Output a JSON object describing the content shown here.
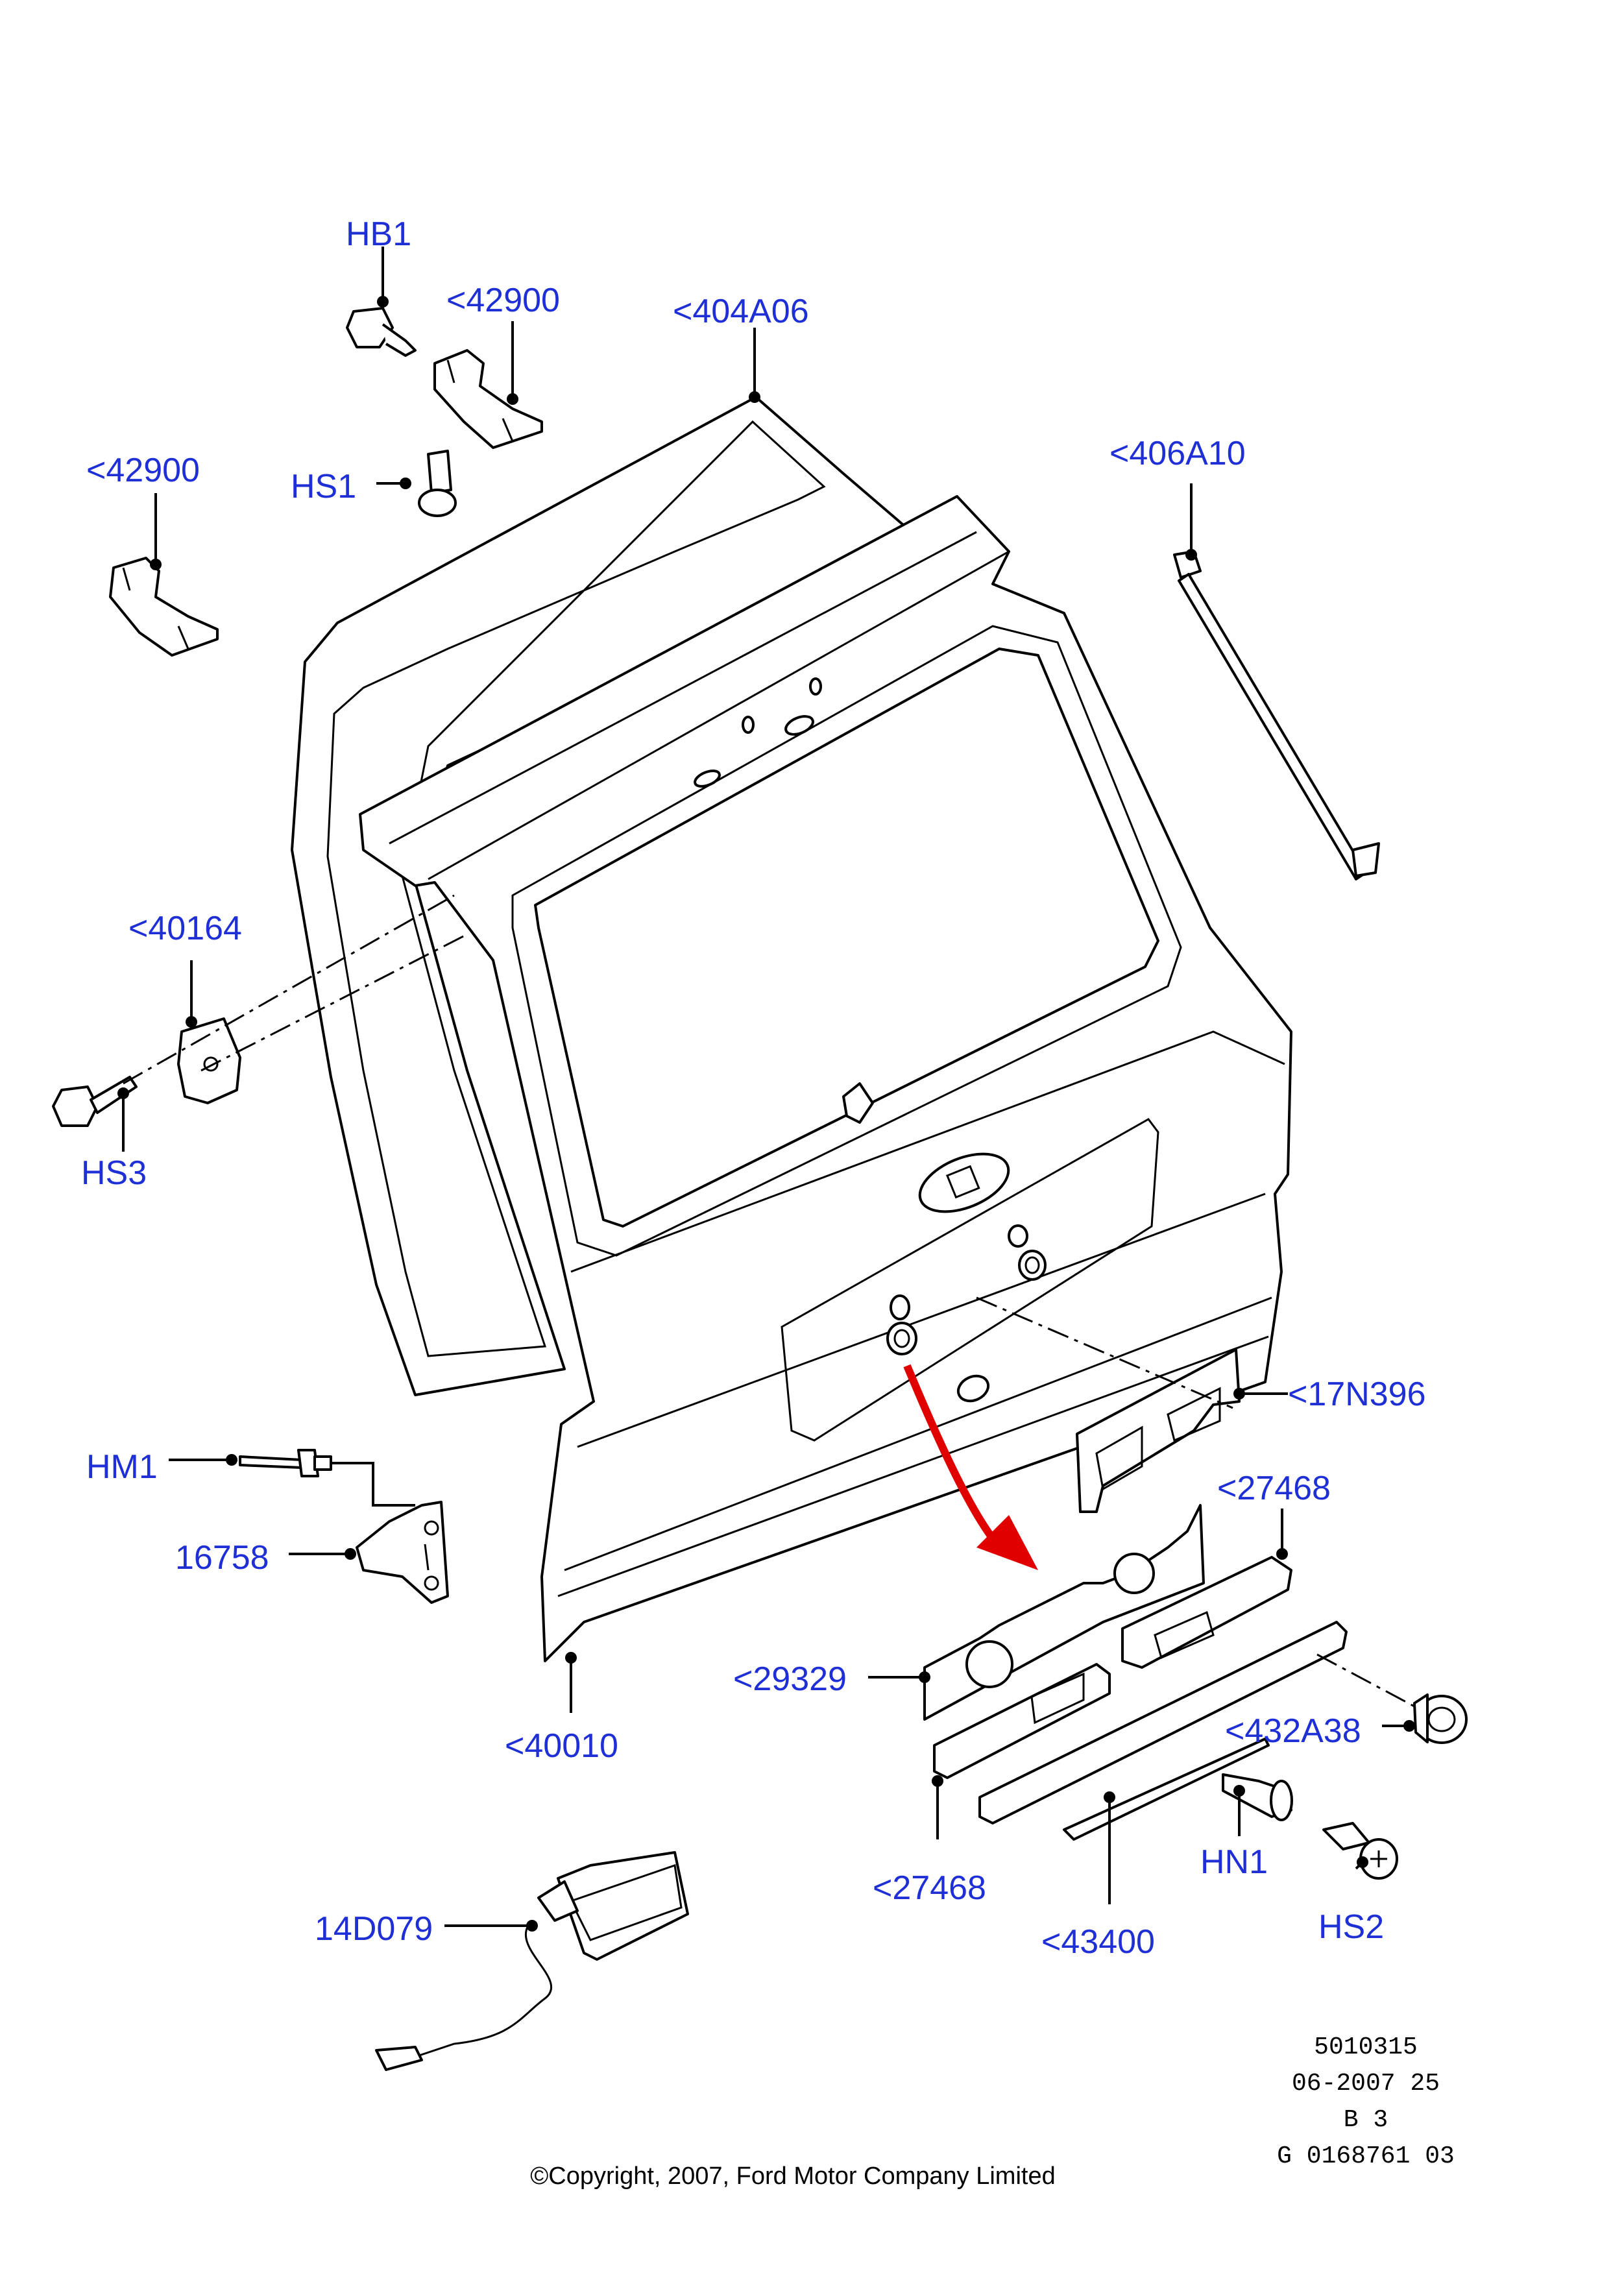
{
  "diagram": {
    "callouts": {
      "hb1": "HB1",
      "hinge_upper": "<42900",
      "tailgate_weatherstrip": "<404A06",
      "hinge_left": "<42900",
      "hs1": "HS1",
      "gas_strut": "<406A10",
      "bracket": "<40164",
      "hs3": "HS3",
      "license_bracket": "<17N396",
      "applique_gasket_top": "<27468",
      "hm1": "HM1",
      "bumper_16758": "16758",
      "gasket_29329": "<29329",
      "retainer_432A38": "<432A38",
      "tailgate_panel": "<40010",
      "hn1": "HN1",
      "gasket_bottom": "<27468",
      "hs2": "HS2",
      "moulding_43400": "<43400",
      "switch_14D079": "14D079"
    },
    "reference": {
      "line1": "5010315",
      "line2": "06-2007 25",
      "line3": "B 3",
      "line4": "G 0168761 03"
    },
    "copyright": "©Copyright, 2007, Ford Motor Company Limited",
    "colors": {
      "callout_text": "#1f2fd6",
      "arrow": "#e00000",
      "lines": "#000000"
    }
  }
}
